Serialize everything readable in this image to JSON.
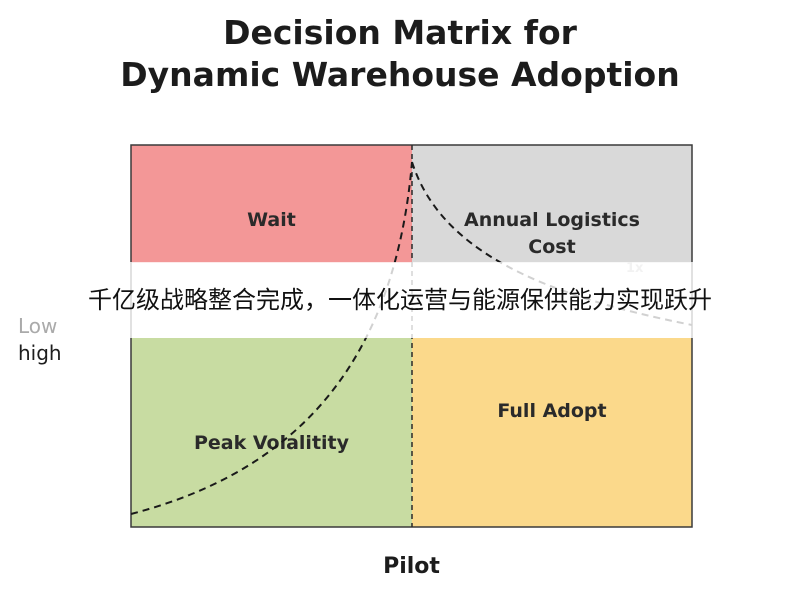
{
  "title": {
    "line1": "Decision Matrix for",
    "line2": "Dynamic Warehouse Adoption"
  },
  "quadrants": {
    "top_left": {
      "label": "Wait",
      "color": "#f39797"
    },
    "top_right": {
      "label_line1": "Annual Logistics",
      "label_line2": "Cost",
      "color": "#d9d9d9"
    },
    "bottom_left": {
      "label": "Peak Volalitity",
      "color": "#c8dca2"
    },
    "bottom_right": {
      "label": "Full Adopt",
      "color": "#fbd98b"
    }
  },
  "y_axis": {
    "low_label": "Low",
    "high_label": "high"
  },
  "x_axis": {
    "label": "Pilot"
  },
  "marker": "1x",
  "banner": {
    "text": "千亿级战略整合完成，一体化运营与能源保供能力实现跃升"
  }
}
